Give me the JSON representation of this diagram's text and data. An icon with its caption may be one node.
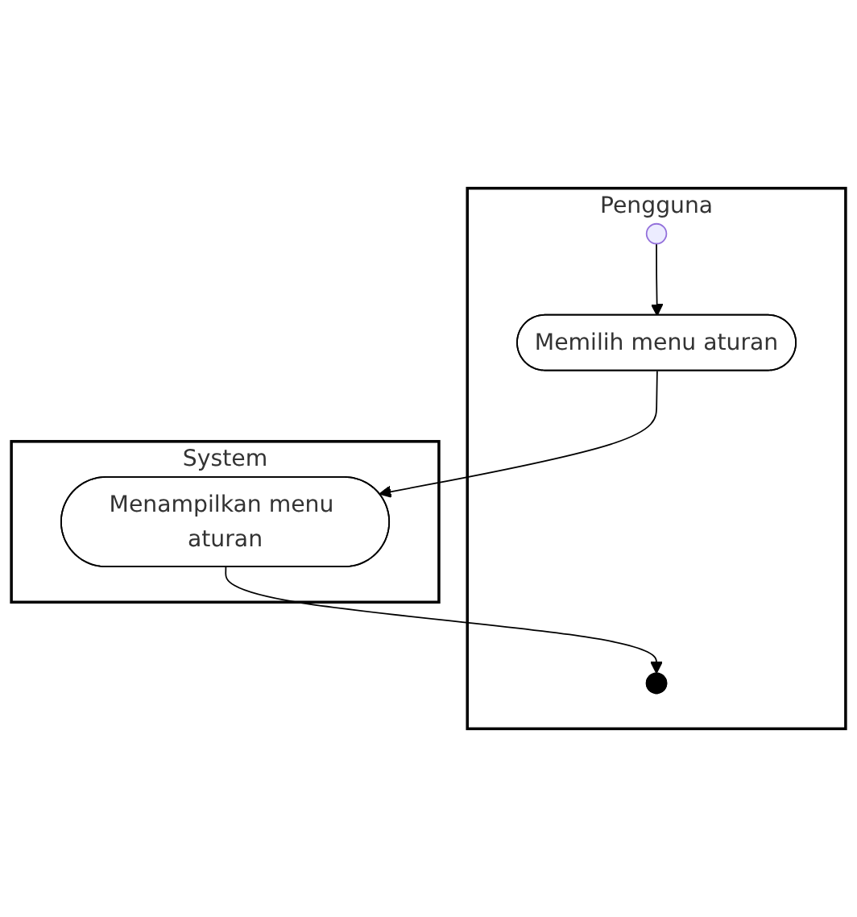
{
  "diagram": {
    "nodes": [
      {
        "text": [
          "Pengguna"
        ]
      },
      {
        "text": [
          "System"
        ]
      },
      {
        "text": [],
        "shape": "circle",
        "in": 0
      },
      {
        "text": [
          "Memilih menu aturan"
        ],
        "in": 0
      },
      {
        "text": [
          "Menampilkan menu aturan"
        ],
        "in": 1
      },
      {
        "text": [],
        "shape": "circle",
        "in": 0
      }
    ],
    "edges": [
      {
        "from": 2,
        "to": 3,
        "arrow": "to"
      },
      {
        "from": 3,
        "to": 4,
        "arrow": "to"
      },
      {
        "from": 4,
        "to": 5,
        "arrow": "to"
      }
    ]
  }
}
